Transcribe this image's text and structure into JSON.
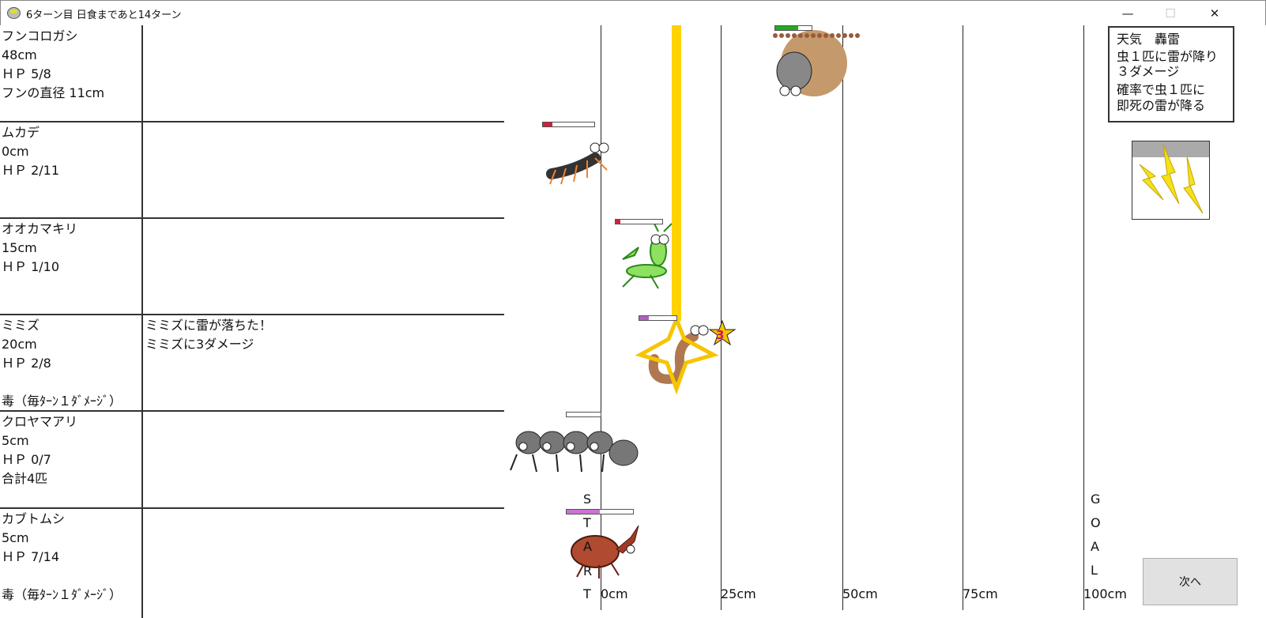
{
  "window": {
    "title": "6ターン目 日食まであと14ターン",
    "minimize": "—",
    "maximize": "☐",
    "close": "✕"
  },
  "rows": [
    {
      "name": "フンコロガシ",
      "dist": "48cm",
      "hp": "ＨＰ 5/8",
      "extra": "フンの直径 11cm",
      "log": [],
      "hp_fraction": 0.625,
      "hp_color": "#22aa22"
    },
    {
      "name": "ムカデ",
      "dist": "0cm",
      "hp": "ＨＰ 2/11",
      "extra": "",
      "log": [],
      "hp_fraction": 0.18,
      "hp_color": "#d0203a"
    },
    {
      "name": "オオカマキリ",
      "dist": "15cm",
      "hp": "ＨＰ 1/10",
      "extra": "",
      "log": [],
      "hp_fraction": 0.1,
      "hp_color": "#d0203a"
    },
    {
      "name": "ミミズ",
      "dist": "20cm",
      "hp": "ＨＰ 2/8",
      "extra": "毒（毎ﾀｰﾝ１ﾀﾞﾒｰｼﾞ）",
      "log": [
        "ミミズに雷が落ちた！",
        "ミミズに3ダメージ"
      ],
      "hp_fraction": 0.25,
      "hp_color": "#b060c0"
    },
    {
      "name": "クロヤマアリ",
      "dist": "5cm",
      "hp": "ＨＰ 0/7",
      "extra": "合計4匹",
      "log": [],
      "hp_fraction": 0,
      "hp_color": "#888888"
    },
    {
      "name": "カブトムシ",
      "dist": "5cm",
      "hp": "ＨＰ 7/14",
      "extra": "毒（毎ﾀｰﾝ１ﾀﾞﾒｰｼﾞ）",
      "log": [],
      "hp_fraction": 0.5,
      "hp_color": "#d070d0"
    }
  ],
  "axis": [
    "0cm",
    "25cm",
    "50cm",
    "75cm",
    "100cm"
  ],
  "start_letters": [
    "S",
    "T",
    "A",
    "R",
    "T"
  ],
  "goal_letters": [
    "G",
    "O",
    "A",
    "L"
  ],
  "damage_badge": "3",
  "weather": {
    "title": "天気　轟雷",
    "line1": "虫１匹に雷が降り",
    "line2": "３ダメージ",
    "line3": "確率で虫１匹に",
    "line4": "即死の雷が降る"
  },
  "next_button": "次へ"
}
